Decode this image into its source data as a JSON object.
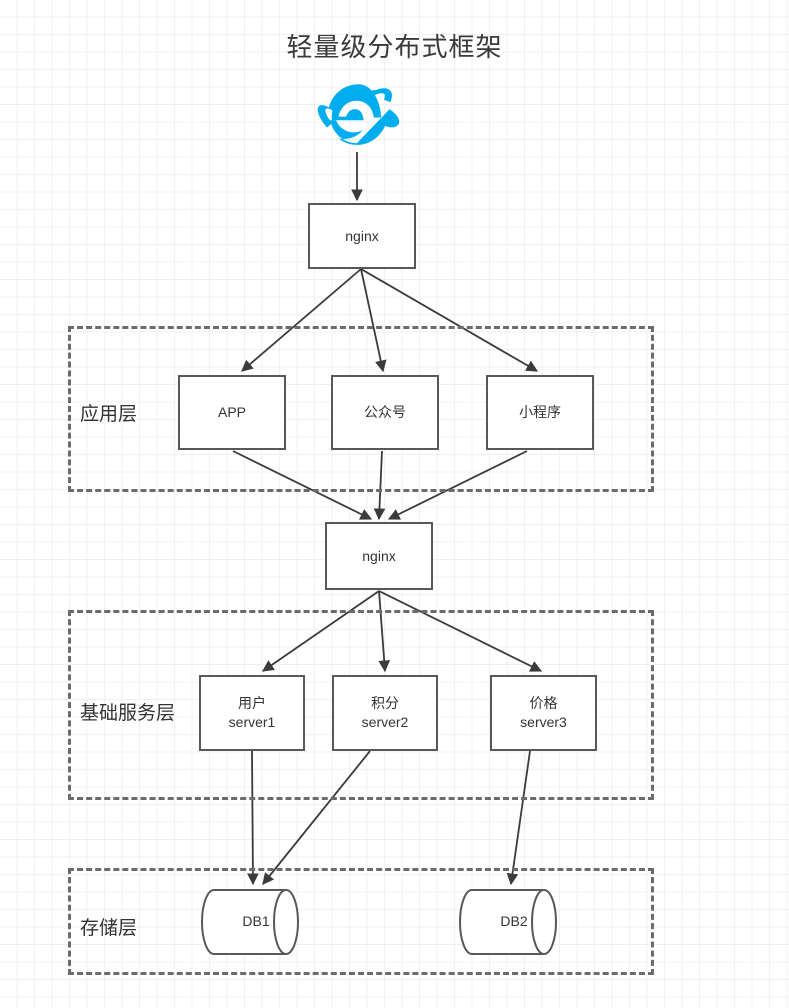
{
  "title": "轻量级分布式框架",
  "client": {
    "icon": "internet-explorer-logo",
    "color": "#00AEEF"
  },
  "colors": {
    "node_border": "#585858",
    "group_border": "#6b6b6b",
    "edge": "#3b3b3b",
    "text": "#333333",
    "title_text": "#3a3a3a",
    "grid_minor": "#f0f0f0",
    "grid_major": "#e4e4e4",
    "canvas": "#ffffff"
  },
  "nodes": {
    "nginx_top": {
      "label": "nginx"
    },
    "nginx_mid": {
      "label": "nginx"
    },
    "app": {
      "label": "APP"
    },
    "official_account": {
      "label": "公众号"
    },
    "mini_program": {
      "label": "小程序"
    },
    "service_user": {
      "line1": "用户",
      "line2": "server1"
    },
    "service_points": {
      "line1": "积分",
      "line2": "server2"
    },
    "service_price": {
      "line1": "价格",
      "line2": "server3"
    },
    "db1": {
      "label": "DB1"
    },
    "db2": {
      "label": "DB2"
    }
  },
  "layers": [
    {
      "name": "application",
      "label": "应用层"
    },
    {
      "name": "base-service",
      "label": "基础服务层"
    },
    {
      "name": "storage",
      "label": "存储层"
    }
  ],
  "edges": [
    {
      "from": "client",
      "to": "nginx_top"
    },
    {
      "from": "nginx_top",
      "to": "app"
    },
    {
      "from": "nginx_top",
      "to": "official_account"
    },
    {
      "from": "nginx_top",
      "to": "mini_program"
    },
    {
      "from": "app",
      "to": "nginx_mid"
    },
    {
      "from": "official_account",
      "to": "nginx_mid"
    },
    {
      "from": "mini_program",
      "to": "nginx_mid"
    },
    {
      "from": "nginx_mid",
      "to": "service_user"
    },
    {
      "from": "nginx_mid",
      "to": "service_points"
    },
    {
      "from": "nginx_mid",
      "to": "service_price"
    },
    {
      "from": "service_user",
      "to": "db1"
    },
    {
      "from": "service_points",
      "to": "db1"
    },
    {
      "from": "service_price",
      "to": "db2"
    }
  ]
}
